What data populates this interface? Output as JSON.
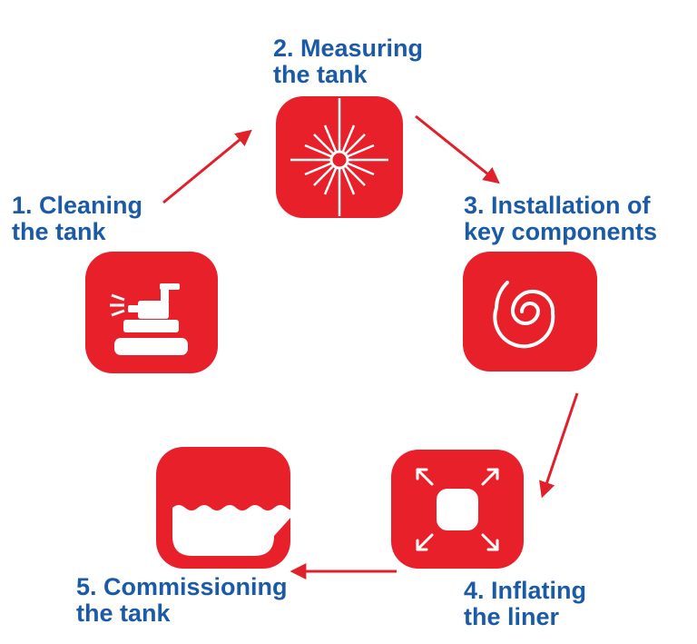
{
  "colors": {
    "tile": "#e8202a",
    "arrow": "#e0202a",
    "label": "#1a5aa6",
    "icon": "#ffffff"
  },
  "steps": [
    {
      "line1": "1. Cleaning",
      "line2": "the tank",
      "icon": "tank-cleaning-sprayer-icon"
    },
    {
      "line1": "2. Measuring",
      "line2": "the tank",
      "icon": "laser-measurement-burst-icon"
    },
    {
      "line1": "3. Installation of",
      "line2": "key components",
      "icon": "coil-spiral-icon"
    },
    {
      "line1": "4. Inflating",
      "line2": "the liner",
      "icon": "expand-arrows-icon"
    },
    {
      "line1": "5. Commissioning",
      "line2": "the tank",
      "icon": "filled-tank-water-icon"
    }
  ]
}
